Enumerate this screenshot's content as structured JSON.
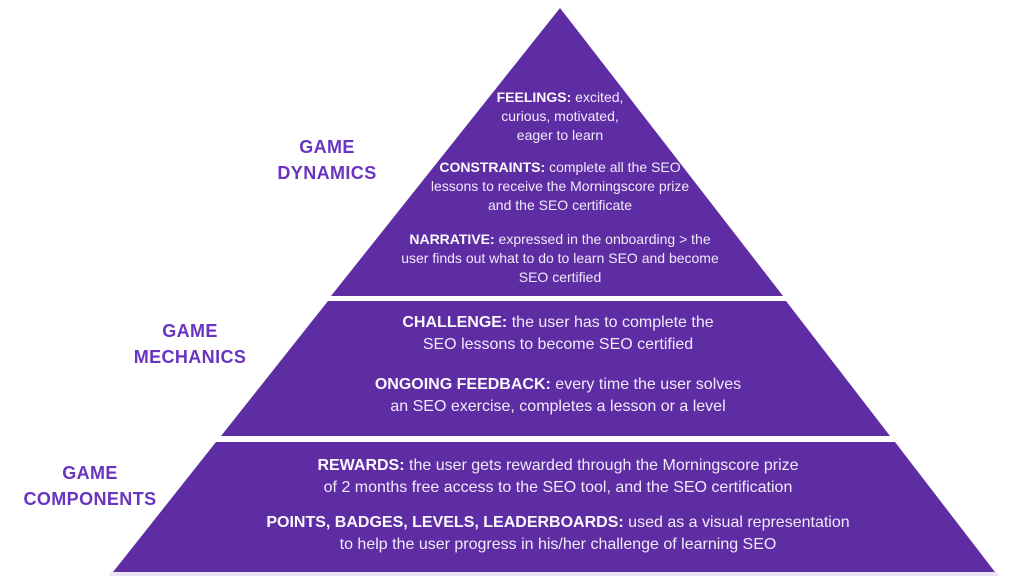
{
  "colors": {
    "background": "#ffffff",
    "pyramid": "#5e2ca3",
    "divider": "#ffffff",
    "base_shadow": "#e9e3f3",
    "side_label": "#6a33c0",
    "body_text": "#f0eafa"
  },
  "side_labels": [
    {
      "line1": "GAME",
      "line2": "DYNAMICS"
    },
    {
      "line1": "GAME",
      "line2": "MECHANICS"
    },
    {
      "line1": "GAME",
      "line2": "COMPONENTS"
    }
  ],
  "sections": [
    {
      "name": "Game Dynamics",
      "items": [
        {
          "term": "FEELINGS:",
          "lines": [
            "excited,",
            "curious, motivated,",
            "eager to learn"
          ]
        },
        {
          "term": "CONSTRAINTS:",
          "lines": [
            "complete all the SEO",
            "lessons to receive the Morningscore prize",
            "and the SEO certificate"
          ]
        },
        {
          "term": "NARRATIVE:",
          "lines": [
            "expressed in the onboarding > the",
            "user finds out what to do to learn SEO and become",
            "SEO certified"
          ]
        }
      ]
    },
    {
      "name": "Game Mechanics",
      "items": [
        {
          "term": "CHALLENGE:",
          "lines": [
            "the user has to complete the",
            "SEO lessons to become SEO certified"
          ]
        },
        {
          "term": "ONGOING FEEDBACK:",
          "lines": [
            "every time the user solves",
            "an SEO exercise, completes a lesson or a level"
          ]
        }
      ]
    },
    {
      "name": "Game Components",
      "items": [
        {
          "term": "REWARDS:",
          "lines": [
            "the user gets rewarded through the Morningscore prize",
            "of 2 months free access to the SEO tool, and the SEO certification"
          ]
        },
        {
          "term": "POINTS, BADGES, LEVELS, LEADERBOARDS:",
          "lines": [
            "used as a visual representation",
            "to help the user progress in his/her challenge of learning SEO"
          ]
        }
      ]
    }
  ]
}
